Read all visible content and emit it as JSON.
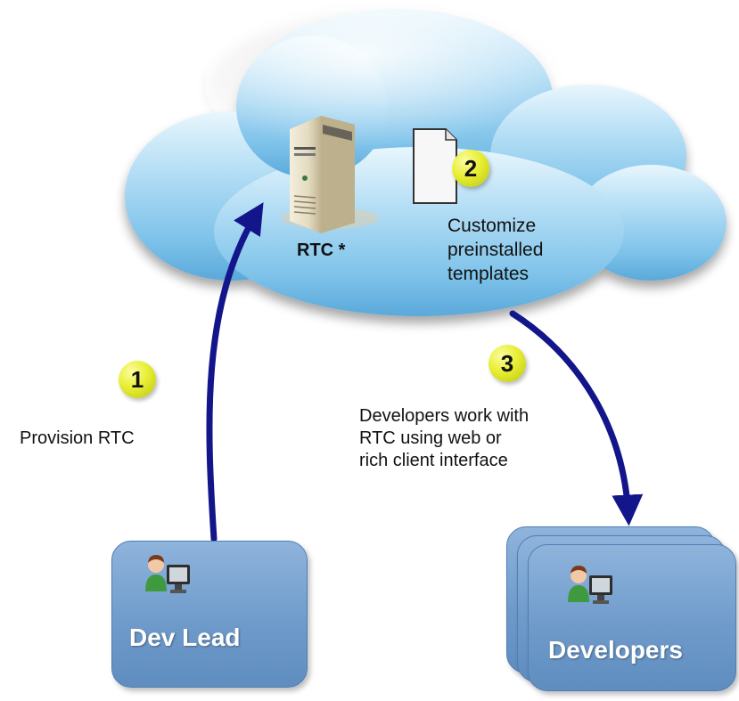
{
  "server": {
    "label": "RTC *"
  },
  "steps": [
    {
      "number": "1",
      "lines": [
        "Provision RTC"
      ]
    },
    {
      "number": "2",
      "lines": [
        "Customize",
        "preinstalled",
        "templates"
      ]
    },
    {
      "number": "3",
      "lines": [
        "Developers work with",
        "RTC using web or",
        "rich client interface"
      ]
    }
  ],
  "roles": {
    "dev_lead": {
      "label": "Dev Lead"
    },
    "developers": {
      "label": "Developers"
    }
  },
  "icons": [
    "cloud-icon",
    "server-icon",
    "document-icon",
    "user-computer-icon"
  ],
  "colors": {
    "arrow": "#12168a",
    "badge": "#e1e823",
    "role_box": "#6f9bcb",
    "cloud": "#8ec9ec"
  }
}
